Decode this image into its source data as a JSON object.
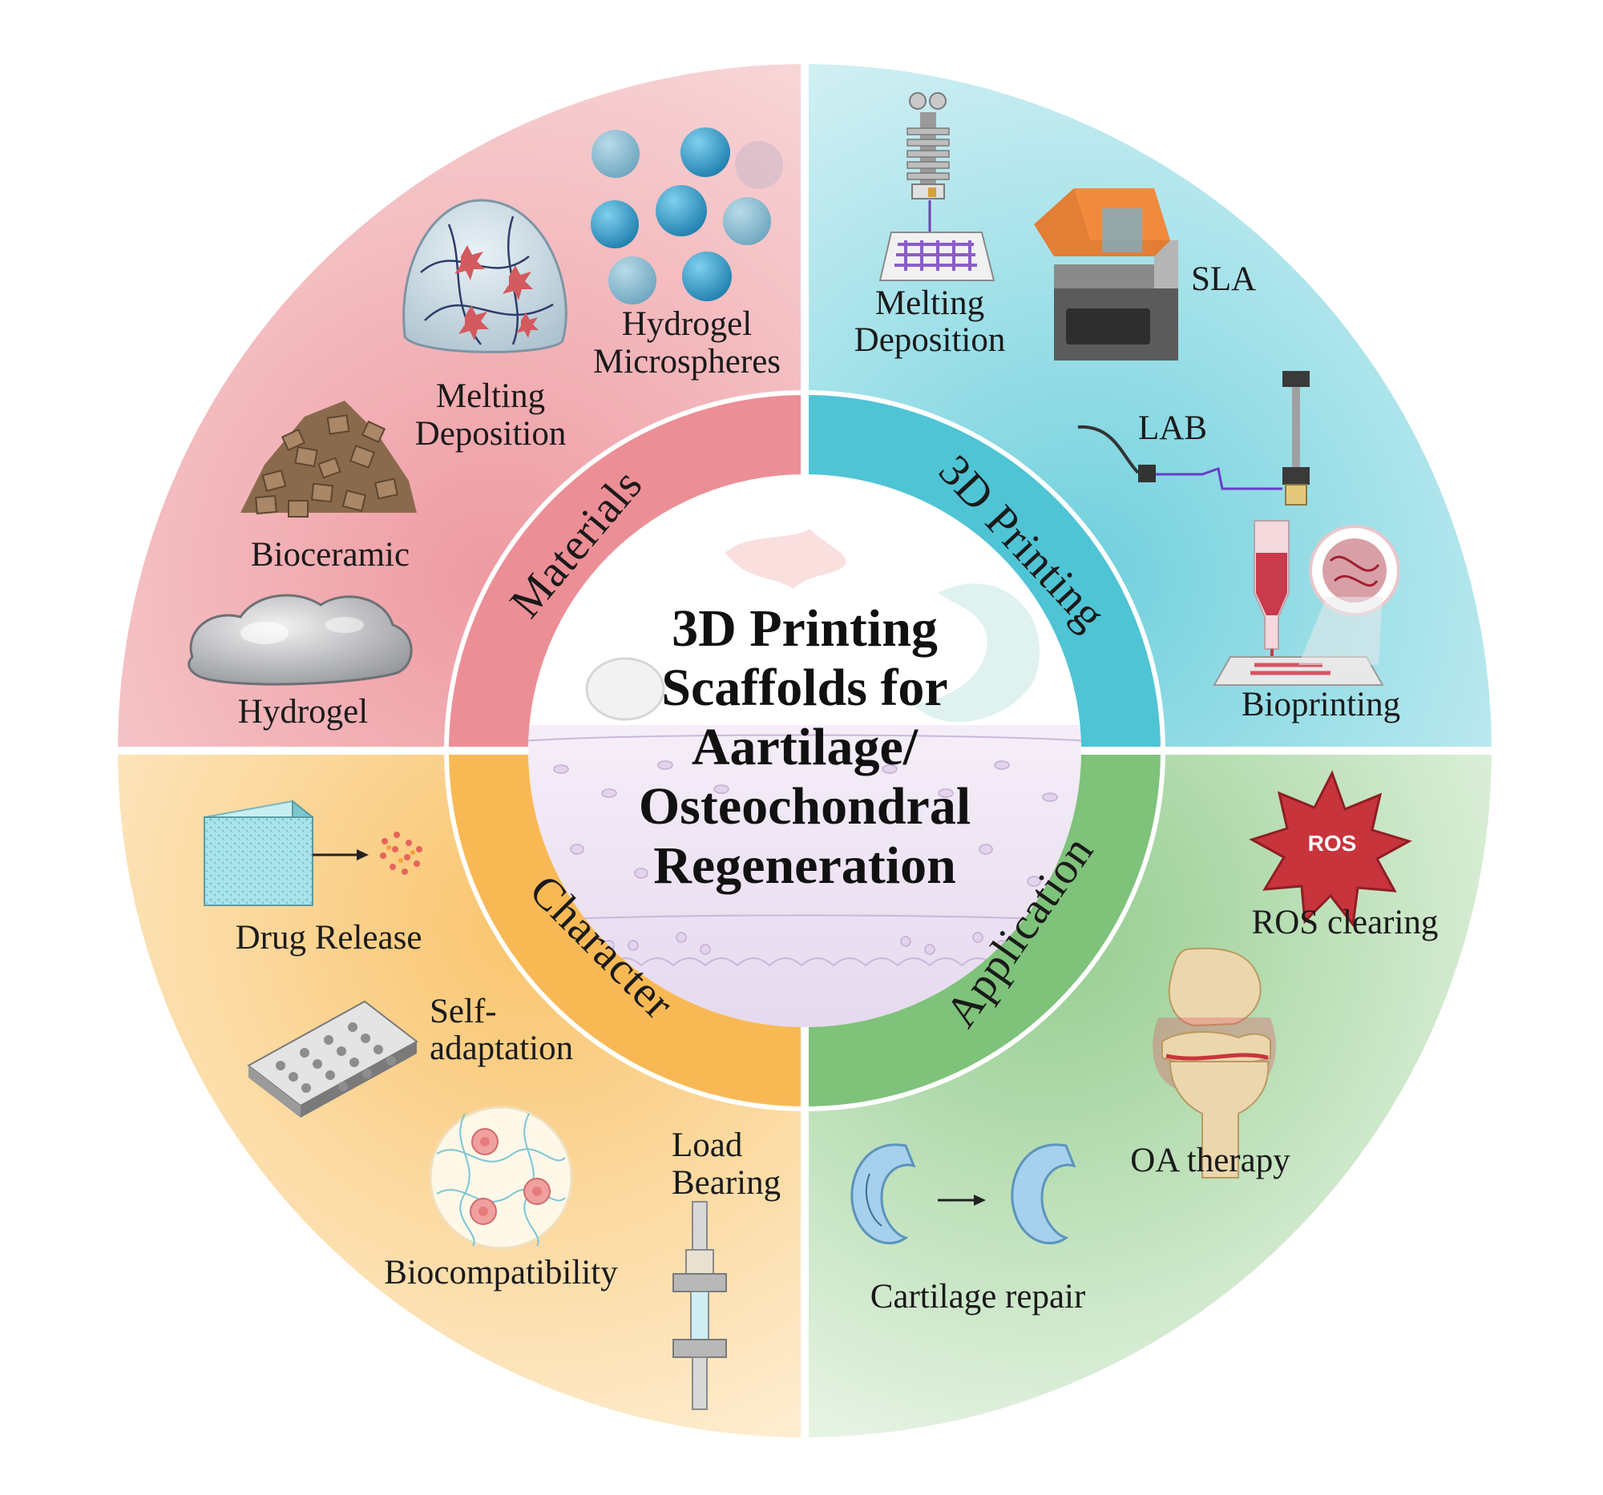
{
  "title_lines": [
    "3D Printing",
    "Scaffolds for",
    "Aartilage/",
    "Osteochondral",
    "Regeneration"
  ],
  "quadrants": {
    "materials": {
      "label": "Materials",
      "items": {
        "hydrogel_microspheres": [
          "Hydrogel",
          "Microspheres"
        ],
        "melting_deposition": [
          "Melting",
          "Deposition"
        ],
        "bioceramic": "Bioceramic",
        "hydrogel": "Hydrogel"
      }
    },
    "printing": {
      "label": "3D Printing",
      "items": {
        "melting_deposition": [
          "Melting",
          "Deposition"
        ],
        "sla": "SLA",
        "lab": "LAB",
        "bioprinting": "Bioprinting"
      }
    },
    "character": {
      "label": "Character",
      "items": {
        "drug_release": "Drug Release",
        "self_adaptation": [
          "Self-",
          "adaptation"
        ],
        "biocompatibility": "Biocompatibility",
        "load_bearing": [
          "Load",
          "Bearing"
        ]
      }
    },
    "application": {
      "label": "Application",
      "items": {
        "ros_badge": "ROS",
        "ros_clearing": "ROS clearing",
        "oa_therapy": "OA therapy",
        "cartilage_repair": "Cartilage repair"
      }
    }
  },
  "colors": {
    "materials_outer": "#f3c6c8",
    "materials_inner": "#ec8e96",
    "printing_outer": "#bfe8ee",
    "printing_inner": "#55c6d6",
    "character_outer": "#fde3b8",
    "character_inner": "#f8b955",
    "application_outer": "#cfe8c9",
    "application_inner": "#7fc27a",
    "center": "#ffffff"
  }
}
